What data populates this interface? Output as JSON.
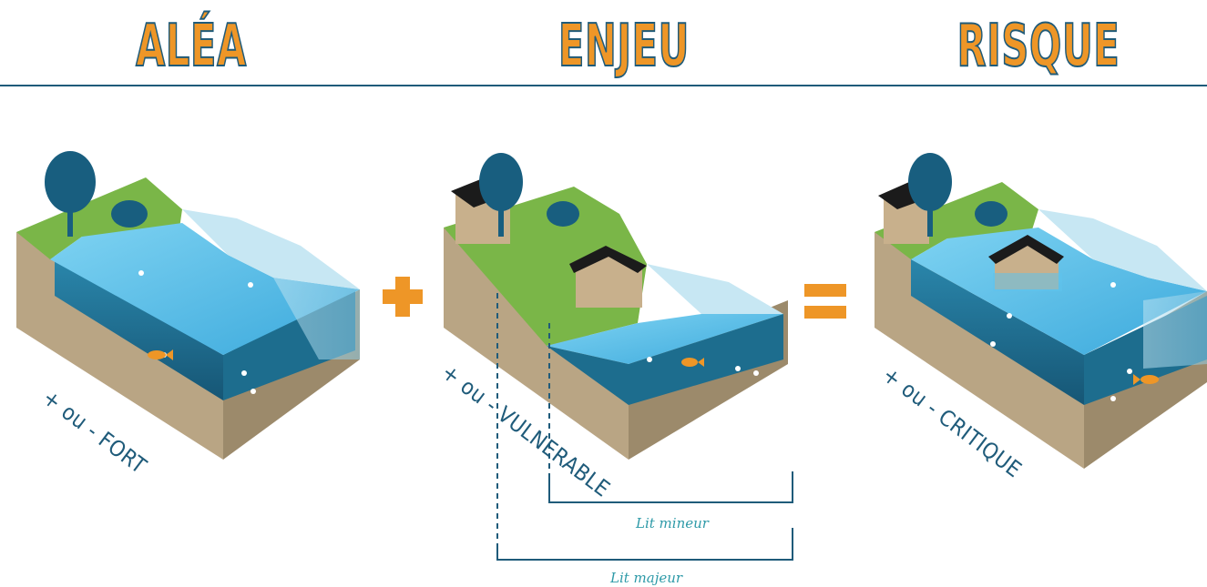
{
  "headers": {
    "alea": "Aléa",
    "enjeu": "Enjeu",
    "risque": "Risque"
  },
  "operators": {
    "plus": "+",
    "equals": "="
  },
  "labels": {
    "alea_scale": "+ ou - FORT",
    "enjeu_scale": "+ ou - VULNERABLE",
    "risque_scale": "+ ou - CRITIQUE"
  },
  "beds": {
    "minor": "Lit mineur",
    "major": "Lit majeur"
  },
  "colors": {
    "accent_orange": "#ee9627",
    "line_blue": "#1f5b7a",
    "grass": "#7ab648",
    "soil": "#b9a584",
    "water_light": "#5fc3ec",
    "water_deep": "#1d6d8e",
    "tree": "#185e7f",
    "roof": "#1b1b1b",
    "house": "#c8b08c"
  }
}
